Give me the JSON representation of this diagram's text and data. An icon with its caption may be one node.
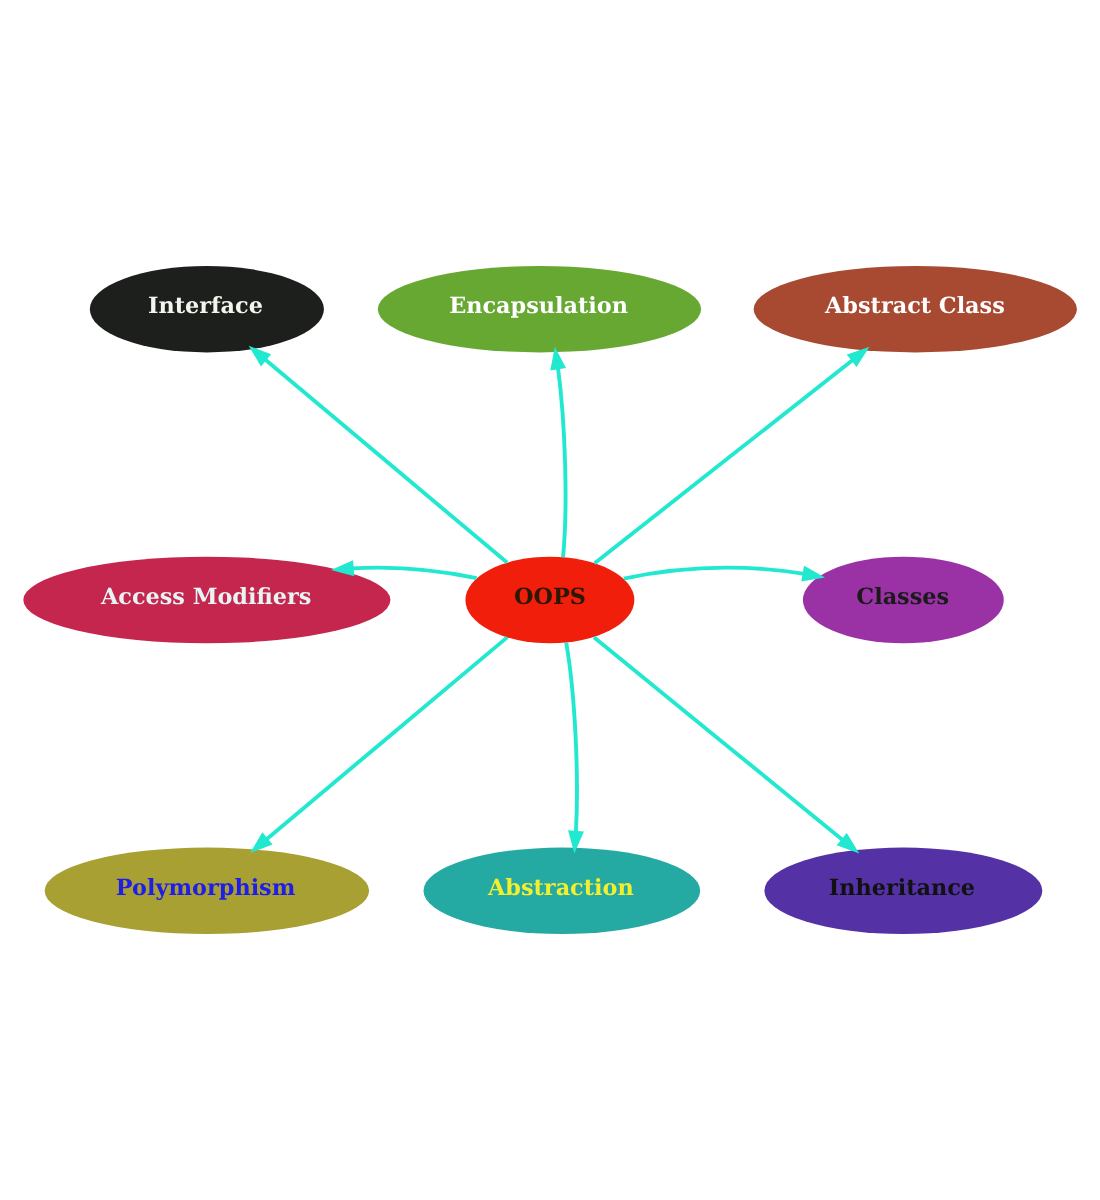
{
  "diagram": {
    "nodes": [
      {
        "text": [
          "Encapsulation"
        ]
      },
      {
        "text": [
          "Interface"
        ]
      },
      {
        "text": [
          "Abstract Class"
        ]
      },
      {
        "text": [
          "Access Modifiers"
        ]
      },
      {
        "text": [
          "OOPS"
        ]
      },
      {
        "text": [
          "Classes"
        ]
      },
      {
        "text": [
          "Polymorphism"
        ]
      },
      {
        "text": [
          "Inheritance"
        ]
      },
      {
        "text": [
          "Abstraction"
        ]
      }
    ],
    "edges": [
      {
        "from": 4,
        "to": 0,
        "arrow": "to"
      },
      {
        "from": 4,
        "to": 2,
        "arrow": "to"
      },
      {
        "from": 4,
        "to": 5,
        "arrow": "to"
      },
      {
        "from": 4,
        "to": 7,
        "arrow": "to"
      },
      {
        "from": 4,
        "to": 8,
        "arrow": "to"
      },
      {
        "from": 4,
        "to": 6,
        "arrow": "to"
      },
      {
        "from": 4,
        "to": 3,
        "arrow": "to"
      },
      {
        "from": 4,
        "to": 1,
        "arrow": "to"
      }
    ]
  }
}
